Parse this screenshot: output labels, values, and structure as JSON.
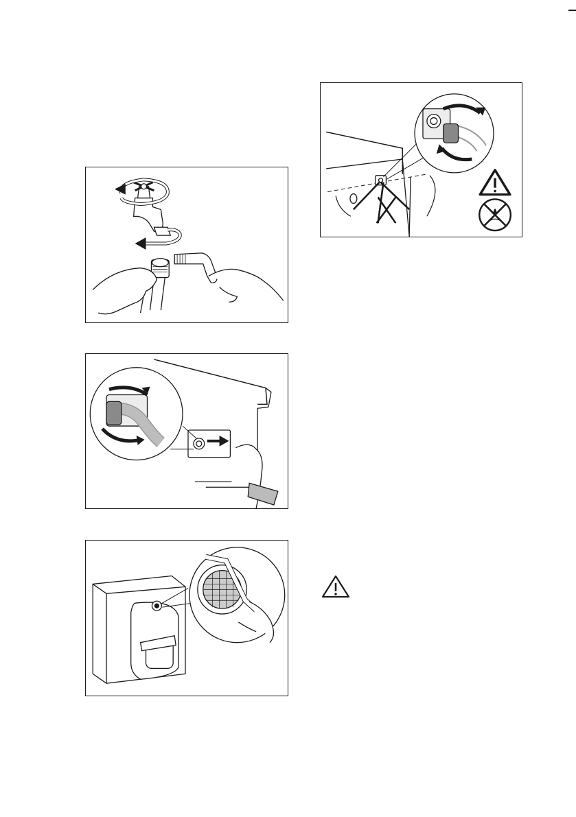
{
  "page": {
    "figures": [
      {
        "id": "tap",
        "icon": "tap-cleaning-illustration"
      },
      {
        "id": "valve",
        "icon": "inlet-valve-disconnect-illustration"
      },
      {
        "id": "filter",
        "icon": "inlet-filter-brush-illustration"
      },
      {
        "id": "hose",
        "icon": "hose-reconnect-angle-illustration"
      }
    ],
    "warning_icon": "warning-triangle-icon",
    "no_water_icon": "no-water-prohibited-icon"
  }
}
